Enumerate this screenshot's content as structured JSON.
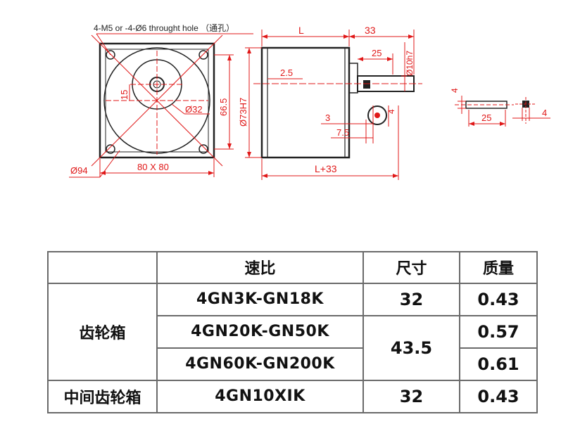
{
  "drawing": {
    "hole_note": "4-M5 or -4-Ø6 throught hole （通孔）",
    "dims": {
      "d94": "Ø94",
      "size80": "80 X 80",
      "d32": "Ø32",
      "d15": "15",
      "d66_5": "66.5",
      "d73h7": "Ø73H7",
      "L": "L",
      "d33": "33",
      "d25": "25",
      "d10h7": "Ø10h7",
      "d2_5": "2.5",
      "d3": "3",
      "d7_5": "7.5",
      "d4_side": "4",
      "Lplus33": "L+33",
      "key_4a": "4",
      "key_25": "25",
      "key_4b": "4"
    }
  },
  "table": {
    "headers": {
      "blank": "",
      "ratio": "速比",
      "size": "尺寸",
      "weight": "质量"
    },
    "group_gearbox": "齿轮箱",
    "group_mid_gearbox": "中间齿轮箱",
    "rows": [
      {
        "model": "4GN3K-GN18K",
        "size": "32",
        "weight": "0.43"
      },
      {
        "model": "4GN20K-GN50K",
        "size": "43.5",
        "weight": "0.57"
      },
      {
        "model": "4GN60K-GN200K",
        "weight": "0.61"
      },
      {
        "model": "4GN10XIK",
        "size": "32",
        "weight": "0.43"
      }
    ]
  },
  "colors": {
    "dimension_red": "#e01818",
    "outline": "#222222",
    "table_border": "#6a6a6a"
  }
}
